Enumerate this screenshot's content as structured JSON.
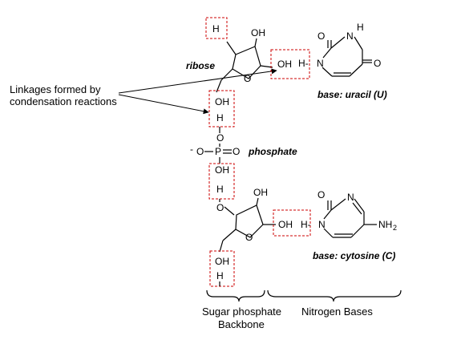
{
  "annotation": {
    "line1": "Linkages formed by",
    "line2": "condensation reactions"
  },
  "labels": {
    "ribose": "ribose",
    "phosphate": "phosphate",
    "base_uracil": "base: uracil  (U)",
    "base_cytosine": "base: cytosine  (C)",
    "backbone_line1": "Sugar phosphate",
    "backbone_line2": "Backbone",
    "nitrogen_bases": "Nitrogen Bases"
  },
  "atoms": {
    "H": "H",
    "OH": "OH",
    "O": "O",
    "N": "N",
    "P": "P",
    "minus": "-",
    "H_dash": "H-",
    "NH2": "NH",
    "sub2": "2"
  }
}
